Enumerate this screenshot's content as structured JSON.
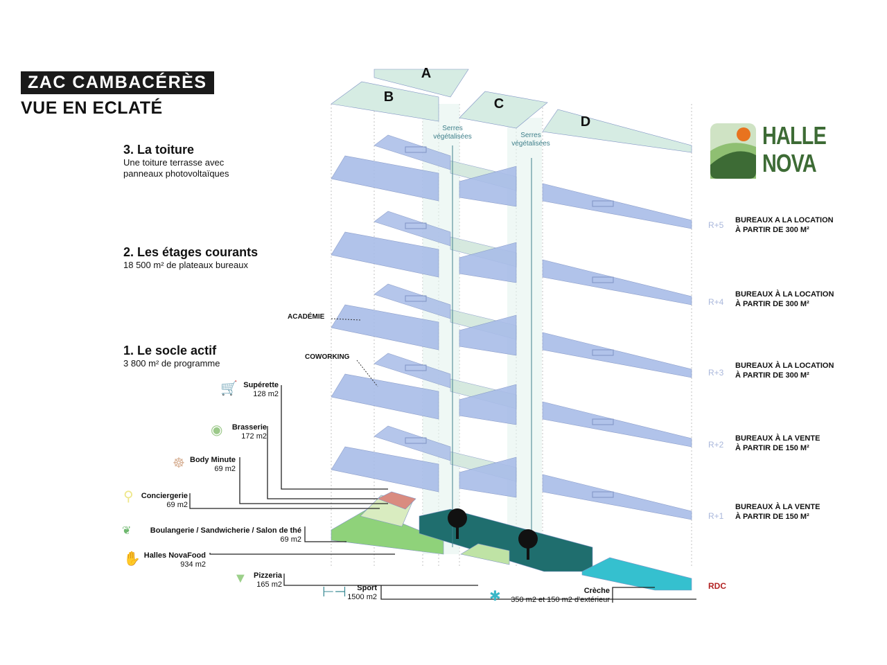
{
  "title": {
    "line1": "ZAC CAMBACÉRÈS",
    "line2": "VUE EN ECLATÉ"
  },
  "sections": [
    {
      "title": "3. La toiture",
      "desc": "Une toiture terrasse avec panneaux photovoltaïques"
    },
    {
      "title": "2. Les étages courants",
      "desc": "18 500 m² de plateaux bureaux"
    },
    {
      "title": "1. Le socle actif",
      "desc": "3 800 m² de programme"
    }
  ],
  "buildings": [
    "A",
    "B",
    "C",
    "D"
  ],
  "serres": "Serres végétalisées",
  "floor_labels": {
    "academie": "ACADÉMIE",
    "coworking": "COWORKING"
  },
  "logo": {
    "line1": "HALLE",
    "line2": "NOVA"
  },
  "levels": [
    {
      "code": "R+5",
      "line1": "BUREAUX A LA LOCATION",
      "line2": "À PARTIR DE 300 M²"
    },
    {
      "code": "R+4",
      "line1": "BUREAUX À LA LOCATION",
      "line2": "À PARTIR DE 300 M²"
    },
    {
      "code": "R+3",
      "line1": "BUREAUX À LA LOCATION",
      "line2": "À PARTIR DE 300 M²"
    },
    {
      "code": "R+2",
      "line1": "BUREAUX À LA VENTE",
      "line2": "À PARTIR DE 150 M²"
    },
    {
      "code": "R+1",
      "line1": "BUREAUX À LA VENTE",
      "line2": "À PARTIR DE 150 M²"
    },
    {
      "code": "RDC"
    }
  ],
  "programs": [
    {
      "name": "Supérette",
      "area": "128 m2",
      "icon": "cart-icon",
      "color": "#c98b86"
    },
    {
      "name": "Brasserie",
      "area": "172 m2",
      "icon": "plate-icon",
      "color": "#9cc98a"
    },
    {
      "name": "Body Minute",
      "area": "69 m2",
      "icon": "yoga-icon",
      "color": "#d9b49a"
    },
    {
      "name": "Conciergerie",
      "area": "69 m2",
      "icon": "key-icon",
      "color": "#eee78a"
    },
    {
      "name": "Boulangerie / Sandwicherie / Salon de thé",
      "area": "69 m2",
      "icon": "bread-icon",
      "color": "#6fb86f"
    },
    {
      "name": "Halles NovaFood",
      "area": "934 m2",
      "icon": "hand-icon",
      "color": "#6fb86f"
    },
    {
      "name": "Pizzeria",
      "area": "165 m2",
      "icon": "pizza-icon",
      "color": "#9cd08a"
    },
    {
      "name": "Sport",
      "area": "1500 m2",
      "icon": "dumbbell-icon",
      "color": "#3a8a94"
    },
    {
      "name": "Crèche",
      "area": "350 m2 et 150 m2 d'extérieur",
      "icon": "child-icon",
      "color": "#3ab7c7"
    }
  ],
  "colors": {
    "slab": "#a9bde8",
    "roof": "#d6ece3",
    "teal": "#1f6e6e",
    "cyan": "#35c0cf",
    "green": "#8fd27a"
  }
}
